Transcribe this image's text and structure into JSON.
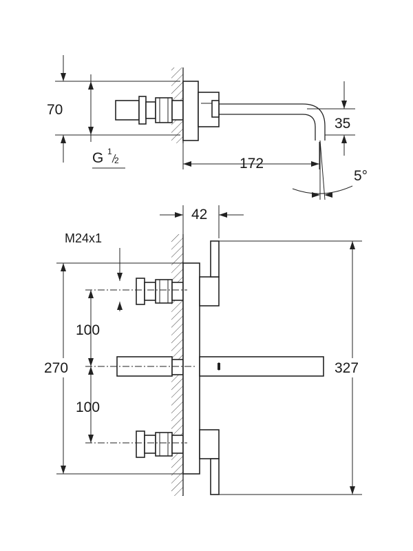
{
  "top_view": {
    "dim_height": "70",
    "connection_label": "G",
    "connection_fraction_num": "1",
    "connection_fraction_den": "2",
    "dim_spout_length": "172",
    "dim_spout_drop": "35",
    "dim_angle": "5°"
  },
  "front_view": {
    "dim_depth": "42",
    "thread_label": "M24x1",
    "dim_upper_spacing": "100",
    "dim_lower_spacing": "100",
    "dim_total_valves": "270",
    "dim_total_plate": "327"
  }
}
